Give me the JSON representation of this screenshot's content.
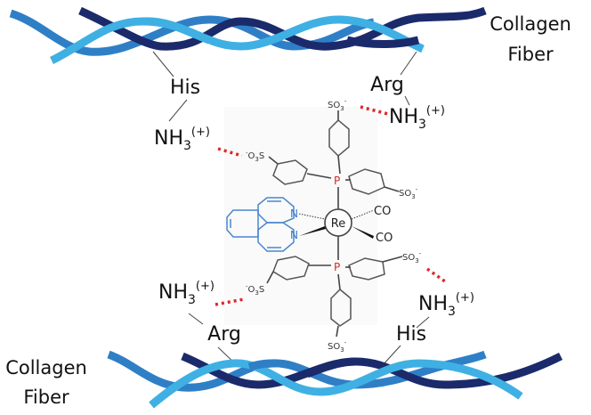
{
  "diagram": {
    "title": "Re complex binding to collagen fiber",
    "fibers": [
      {
        "id": "top",
        "label_line1": "Collagen",
        "label_line2": "Fiber"
      },
      {
        "id": "bottom",
        "label_line1": "Collagen",
        "label_line2": "Fiber"
      }
    ],
    "residues": [
      {
        "id": "his-top",
        "label": "His",
        "amine": "NH",
        "subscript": "3",
        "charge": "(+)"
      },
      {
        "id": "arg-top",
        "label": "Arg",
        "amine": "NH",
        "subscript": "3",
        "charge": "(+)"
      },
      {
        "id": "arg-bottom",
        "label": "Arg",
        "amine": "NH",
        "subscript": "3",
        "charge": "(+)"
      },
      {
        "id": "his-bottom",
        "label": "His",
        "amine": "NH",
        "subscript": "3",
        "charge": "(+)"
      }
    ],
    "complex": {
      "metal": "Re",
      "ligands": {
        "carbonyl_1": "CO",
        "carbonyl_2": "CO",
        "phosphorus_top": "P",
        "phosphorus_bottom": "P",
        "nitrogen_1": "N",
        "nitrogen_2": "N"
      },
      "sulfonates": {
        "group": "SO",
        "subscript": "3",
        "charge": "-",
        "left_group": "O",
        "left_tail": "S"
      }
    },
    "colors": {
      "strand_dark": "#1b2a6b",
      "strand_mid": "#2f7fc6",
      "strand_light": "#3fb0e3",
      "hydrogen_bond": "#e0262b",
      "phenanthroline": "#4a86cf",
      "phosphorus": "#d42a2a"
    }
  }
}
